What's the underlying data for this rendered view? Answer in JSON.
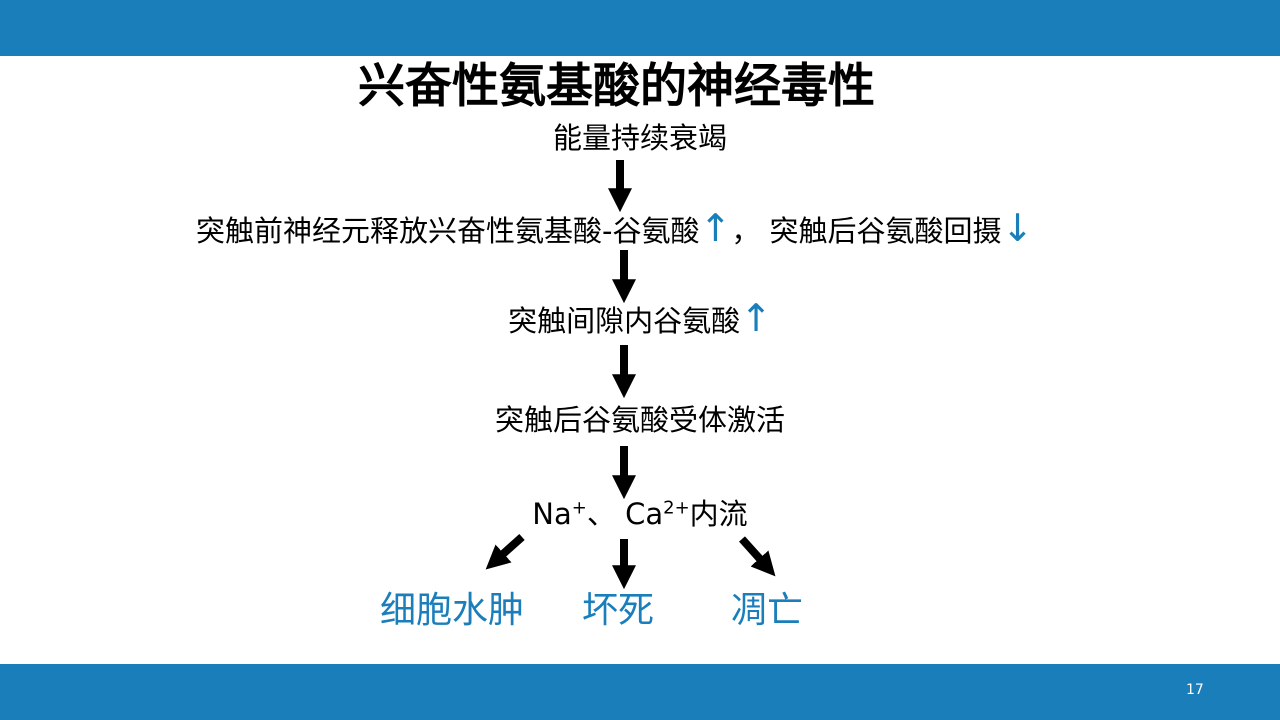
{
  "slide": {
    "title": "兴奋性氨基酸的神经毒性",
    "page_number": "17",
    "accent_color": "#1A7EBB"
  },
  "flow": {
    "step1": "能量持续衰竭",
    "step2": {
      "text_a": "突触前神经元释放兴奋性氨基酸-谷氨酸",
      "symbol_a": "↑",
      "separator": "，",
      "text_b": "突触后谷氨酸回摄",
      "symbol_b": "↓"
    },
    "step3": {
      "text": "突触间隙内谷氨酸",
      "symbol": "↑"
    },
    "step4": "突触后谷氨酸受体激活",
    "step5": {
      "ion1": "Na",
      "ion1_charge": "+",
      "sep": "、",
      "ion2": "Ca",
      "ion2_charge": "2+",
      "suffix": "内流"
    }
  },
  "outcomes": [
    "细胞水肿",
    "坏死",
    "凋亡"
  ]
}
